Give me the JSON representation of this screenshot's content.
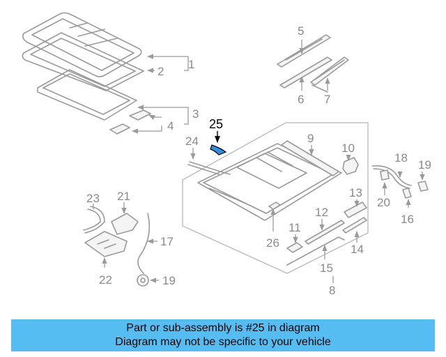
{
  "diagram": {
    "labels": {
      "l1": "1",
      "l2": "2",
      "l3": "3",
      "l4": "4",
      "l5": "5",
      "l6": "6",
      "l7": "7",
      "l8": "8",
      "l9": "9",
      "l10": "10",
      "l11": "11",
      "l12": "12",
      "l13": "13",
      "l14": "14",
      "l15": "15",
      "l16": "16",
      "l17": "17",
      "l18": "18",
      "l19a": "19",
      "l19b": "19",
      "l20": "20",
      "l21": "21",
      "l22": "22",
      "l23": "23",
      "l24": "24",
      "l25": "25",
      "l26": "26"
    },
    "highlighted_part": "25",
    "highlight_color": "#2f8fe0",
    "line_color": "#9a9a9a"
  },
  "banner": {
    "line1": "Part or sub-assembly is #25 in diagram",
    "line2": "Diagram may not be specific to your vehicle",
    "background": "#55bdf2"
  }
}
